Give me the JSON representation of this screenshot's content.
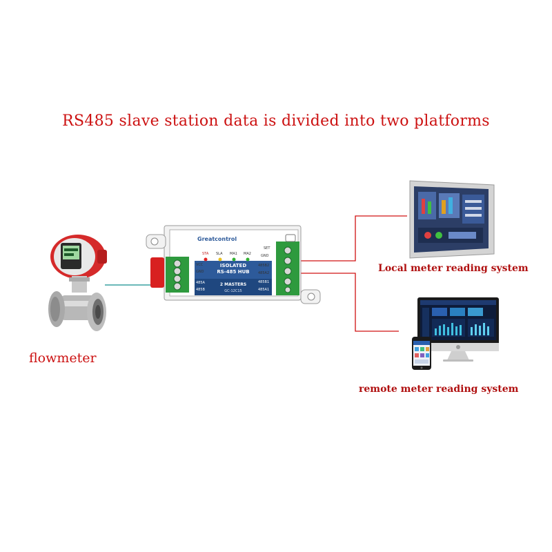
{
  "title": "RS485 slave station data is divided into two platforms",
  "labels": {
    "flowmeter": "flowmeter",
    "local": "Local meter reading system",
    "remote": "remote meter reading system"
  },
  "hub": {
    "brand": "Greatcontrol",
    "leds": [
      "STA",
      "SLA",
      "MA1",
      "MA2"
    ],
    "set": "SET",
    "line1": "ISOLATED",
    "line2": "RS-485 HUB",
    "masters": "2 MASTERS",
    "model": "GC-12C15",
    "left_terminals": [
      "VCC",
      "GND",
      "485A",
      "485B"
    ],
    "right_terminals": [
      "GND",
      "485B2",
      "485B1",
      "485A1"
    ],
    "right_top": "485A2"
  },
  "colors": {
    "accent_red": "#cc1111",
    "hub_blue": "#2d5a9a",
    "terminal_green": "#2e9a3e",
    "line_teal": "#3aa0a0"
  }
}
